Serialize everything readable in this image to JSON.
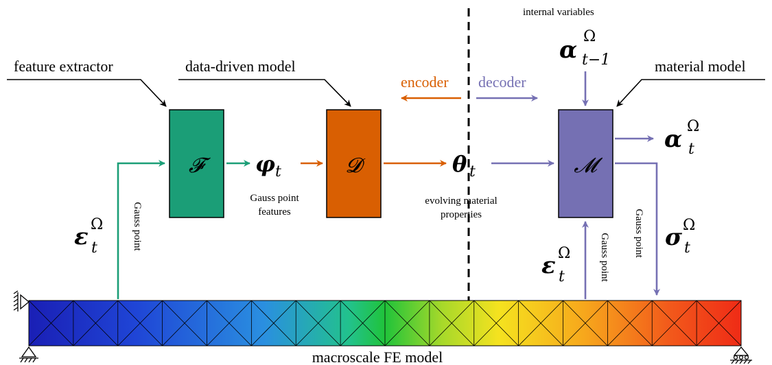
{
  "labels": {
    "feature_extractor": "feature extractor",
    "data_driven_model": "data-driven model",
    "material_model": "material model",
    "internal_variables": "internal variables",
    "encoder": "encoder",
    "decoder": "decoder",
    "gauss_point_features_1": "Gauss point",
    "gauss_point_features_2": "features",
    "evolving_1": "evolving material",
    "evolving_2": "properties",
    "gauss_point": "Gauss point",
    "macroscale": "macroscale FE model"
  },
  "boxes": {
    "F": "𝓕",
    "D": "𝓓",
    "M": "𝓜"
  },
  "symbols": {
    "phi": "φ",
    "phi_sub": "t",
    "theta": "θ",
    "theta_sub": "t",
    "eps": "ε",
    "eps_sub": "t",
    "eps_sup": "Ω",
    "alpha": "α",
    "alpha_prev_sub": "t−1",
    "alpha_sub": "t",
    "alpha_sup": "Ω",
    "sigma": "σ",
    "sigma_sub": "t",
    "sigma_sup": "Ω"
  },
  "colors": {
    "feature": "#1b9e77",
    "data_driven": "#d95f02",
    "material": "#7570b3",
    "black": "#000000"
  }
}
